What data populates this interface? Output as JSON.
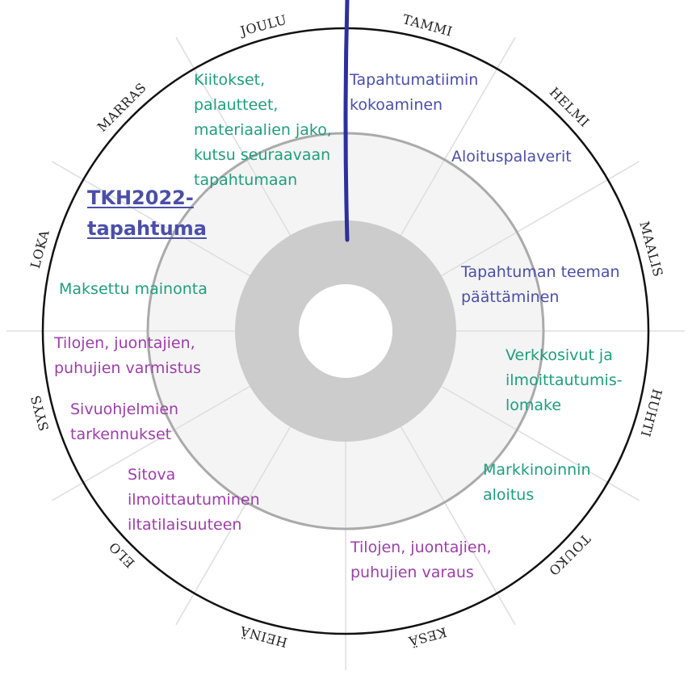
{
  "title_lines": [
    "TKH2022-",
    "tapahtuma"
  ],
  "months": [
    "TAMMI",
    "HELMI",
    "MAALIS",
    "HUHTI",
    "TOUKO",
    "KESÄ",
    "HEINÄ",
    "ELO",
    "SYYS",
    "LOKA",
    "MARRAS",
    "JOULU"
  ],
  "events": {
    "kiitokset": [
      "Kiitokset,",
      "palautteet,",
      "materiaalien jako,",
      "kutsu seuraavaan",
      "tapahtumaan"
    ],
    "tapahtumatiimi": [
      "Tapahtumatiimin",
      "kokoaminen"
    ],
    "aloitus": [
      "Aloituspalaverit"
    ],
    "teema": [
      "Tapahtuman teeman",
      "päättäminen"
    ],
    "verkkosivut": [
      "Verkkosivut ja",
      "ilmoittautumis-",
      "lomake"
    ],
    "markkinointi": [
      "Markkinoinnin",
      "aloitus"
    ],
    "varaus": [
      "Tilojen, juontajien,",
      "puhujien varaus"
    ],
    "sitova": [
      "Sitova",
      "ilmoittautuminen",
      "iltatilaisuuteen"
    ],
    "sivuohjelmat": [
      "Sivuohjelmien",
      "tarkennukset"
    ],
    "varmistus": [
      "Tilojen, juontajien,",
      "puhujien varmistus"
    ],
    "mainonta": [
      "Maksettu mainonta"
    ]
  },
  "colors": {
    "green": "#1f9e7d",
    "blue": "#4b4fa8",
    "purple": "#9b3fa8",
    "pointer": "#2e2f9e",
    "outer_ring": "#111111",
    "middle_fill": "#f2f2f2",
    "inner_fill": "#cccccc"
  }
}
